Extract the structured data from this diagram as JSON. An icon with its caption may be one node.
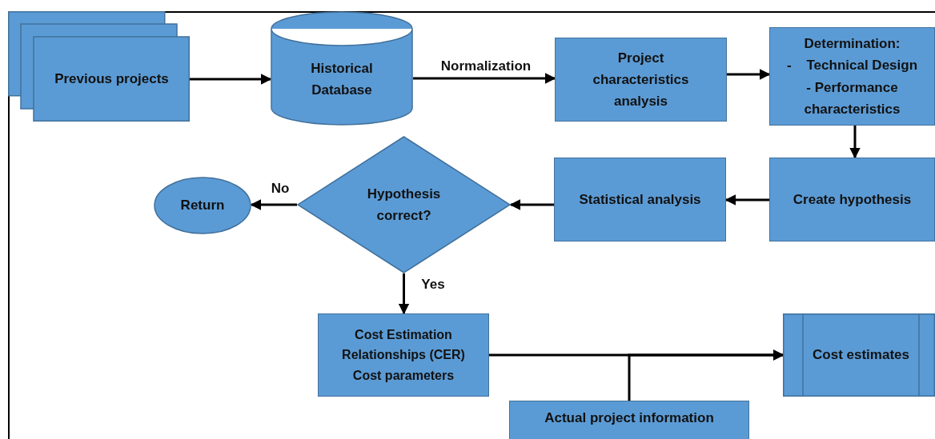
{
  "diagram": {
    "nodes": [
      {
        "text": [
          "Previous projects"
        ]
      },
      {
        "text": [
          "Historical Database"
        ]
      },
      {
        "text": [
          "Project characteristics analysis"
        ]
      },
      {
        "text": [
          "Determination:",
          "-    Technical Design",
          "- Performance characteristics"
        ]
      },
      {
        "text": [
          "Create hypothesis"
        ]
      },
      {
        "text": [
          "Statistical analysis"
        ]
      },
      {
        "text": [
          "Hypothesis correct?"
        ]
      },
      {
        "text": [
          "Return"
        ]
      },
      {
        "text": [
          "Cost Estimation Relationships (CER)",
          "Cost parameters"
        ]
      },
      {
        "text": [
          "Cost estimates"
        ]
      },
      {
        "text": [
          "Actual project information"
        ]
      }
    ],
    "edges": [
      {
        "from": 0,
        "to": 1,
        "arrow": "to"
      },
      {
        "from": 1,
        "to": 2,
        "arrow": "to",
        "label": "Normalization"
      },
      {
        "from": 2,
        "to": 3,
        "arrow": "to"
      },
      {
        "from": 3,
        "to": 4,
        "arrow": "to"
      },
      {
        "from": 4,
        "to": 5,
        "arrow": "to"
      },
      {
        "from": 5,
        "to": 6,
        "arrow": "to"
      },
      {
        "from": 6,
        "to": 7,
        "arrow": "to",
        "label": "No"
      },
      {
        "from": 6,
        "to": 8,
        "arrow": "to",
        "label": "Yes"
      },
      {
        "from": 8,
        "to": 9,
        "arrow": "to"
      },
      {
        "from": 10,
        "to": 9,
        "arrow": "to"
      }
    ]
  }
}
